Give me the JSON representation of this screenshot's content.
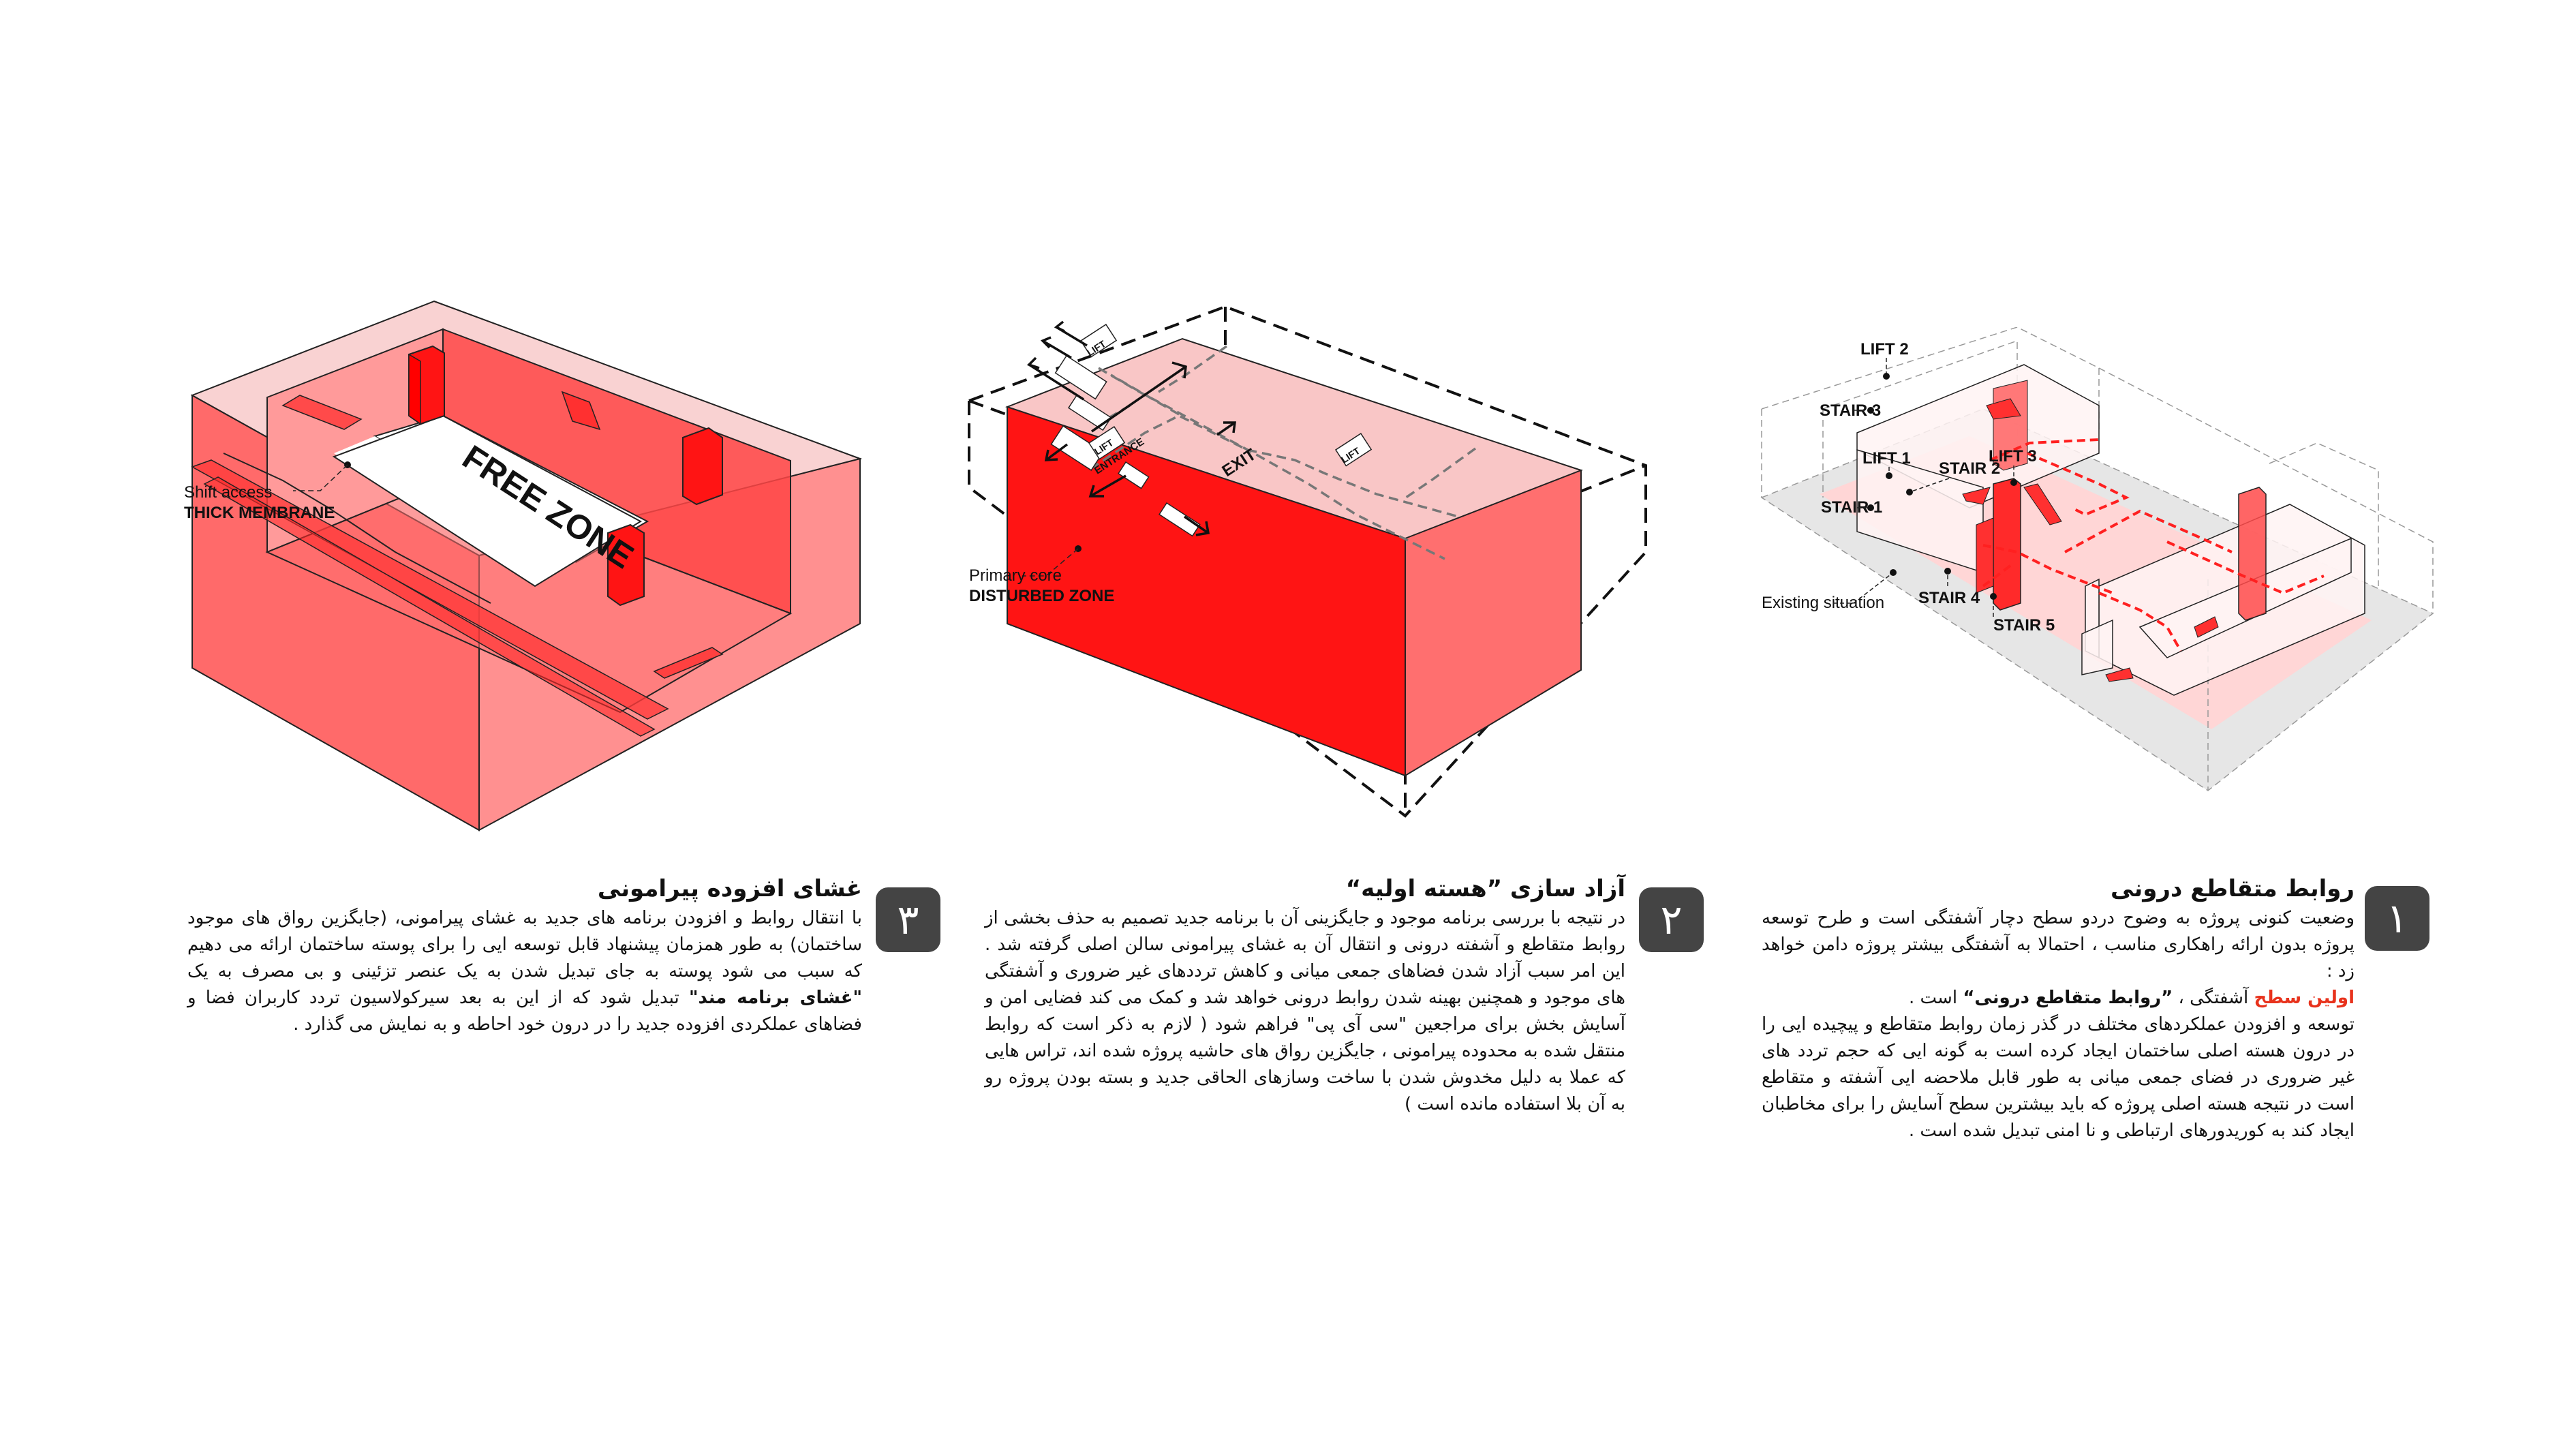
{
  "colors": {
    "badge_bg": "#444444",
    "badge_text": "#ffffff",
    "accent_red": "#e8321c",
    "core_red": "#ff1a1a",
    "pale_red": "#f9c9c9",
    "mid_red": "#ff5a5a",
    "gray_floor": "#e6e6e6"
  },
  "diagrams": {
    "left": {
      "center_label": "FREE ZONE",
      "callout_line1": "Shift access",
      "callout_line2": "THICK MEMBRANE"
    },
    "middle": {
      "lift_label": "LIFT",
      "entrance_label": "ENTRANCE",
      "exit_label": "EXIT",
      "callout_line1": "Primary core",
      "callout_line2": "DISTURBED ZONE"
    },
    "right": {
      "labels": {
        "lift1": "LIFT 1",
        "lift2": "LIFT 2",
        "lift3": "LIFT 3",
        "stair1": "STAIR 1",
        "stair2": "STAIR 2",
        "stair3": "STAIR 3",
        "stair4": "STAIR 4",
        "stair5": "STAIR 5"
      },
      "callout": "Existing situation"
    }
  },
  "sections": [
    {
      "number": "۱",
      "title": "روابط متقاطع درونی",
      "intro": "وضعیت کنونی پروژه به وضوح دردو سطح دچار آشفتگی است و طرح توسعه پروژه بدون ارائه راهکاری مناسب ، احتمالا به آشفتگی بیشتر پروژه دامن خواهد زد :",
      "highlight_red": "اولین سطح",
      "highlight_mid": " آشفتگی ، ",
      "highlight_bold": "”روابط متقاطع درونی“",
      "highlight_end": " است .",
      "body": "توسعه و افزودن عملکردهای مختلف در گذر زمان روابط متقاطع و پیچیده ایی را در درون هسته اصلی ساختمان ایجاد کرده است به گونه ایی که حجم تردد های غیر ضروری در فضای جمعی میانی به طور قابل ملاحضه ایی آشفته و متقاطع است در نتیجه هسته اصلی پروژه که باید بیشترین سطح آسایش را برای مخاطبان ایجاد کند به کوریدورهای ارتباطی و نا امنی تبدیل شده است ."
    },
    {
      "number": "۲",
      "title": "آزاد سازی ”هسته اولیه“",
      "body": "در نتیجه با بررسی برنامه موجود و جایگزینی آن با برنامه جدید تصمیم به حذف بخشی از روابط متقاطع و آشفته درونی و انتقال آن به غشای پیرامونی سالن اصلی گرفته شد . این امر سبب آزاد شدن فضاهای جمعی میانی و کاهش ترددهای غیر ضروری و آشفتگی های موجود و همچنین بهینه شدن روابط درونی خواهد شد و کمک می کند فضایی امن و آسایش بخش برای مراجعین \"سی آی پی\" فراهم شود ( لازم به ذکر است که روابط منتقل شده به محدوده پیرامونی ، جایگزین رواق های حاشیه پروژه شده اند، تراس هایی که عملا به دلیل مخدوش شدن با ساخت وسازهای الحاقی جدید و بسته بودن پروژه رو به آن بلا استفاده مانده است )"
    },
    {
      "number": "۳",
      "title": "غشای افزوده پیرامونی",
      "body_part1": "با انتقال روابط و افزودن برنامه های جدید به غشای پیرامونی، (جایگزین رواق های موجود ساختمان) به طور همزمان پیشنهاد قابل توسعه ایی را برای پوسته ساختمان ارائه می دهیم که سبب می شود پوسته به جای تبدیل شدن به یک عنصر تزئینی و بی مصرف به یک ",
      "body_bold": "\"غشای برنامه مند\"",
      "body_part2": " تبدیل شود که از این به بعد سیرکولاسیون تردد کاربران فضا و فضاهای عملکردی افزوده جدید را در درون خود احاطه و به نمایش می گذارد ."
    }
  ]
}
